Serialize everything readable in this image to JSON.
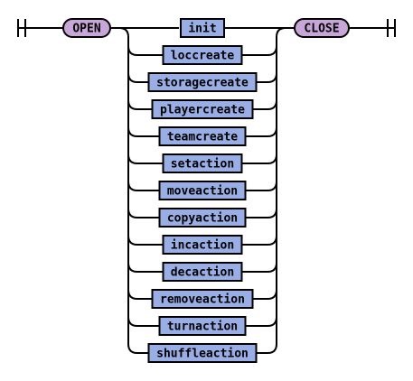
{
  "diagram": {
    "start_keyword": "OPEN",
    "end_keyword": "CLOSE",
    "choices": [
      "init",
      "loccreate",
      "storagecreate",
      "playercreate",
      "teamcreate",
      "setaction",
      "moveaction",
      "copyaction",
      "incaction",
      "decaction",
      "removeaction",
      "turnaction",
      "shuffleaction"
    ]
  }
}
